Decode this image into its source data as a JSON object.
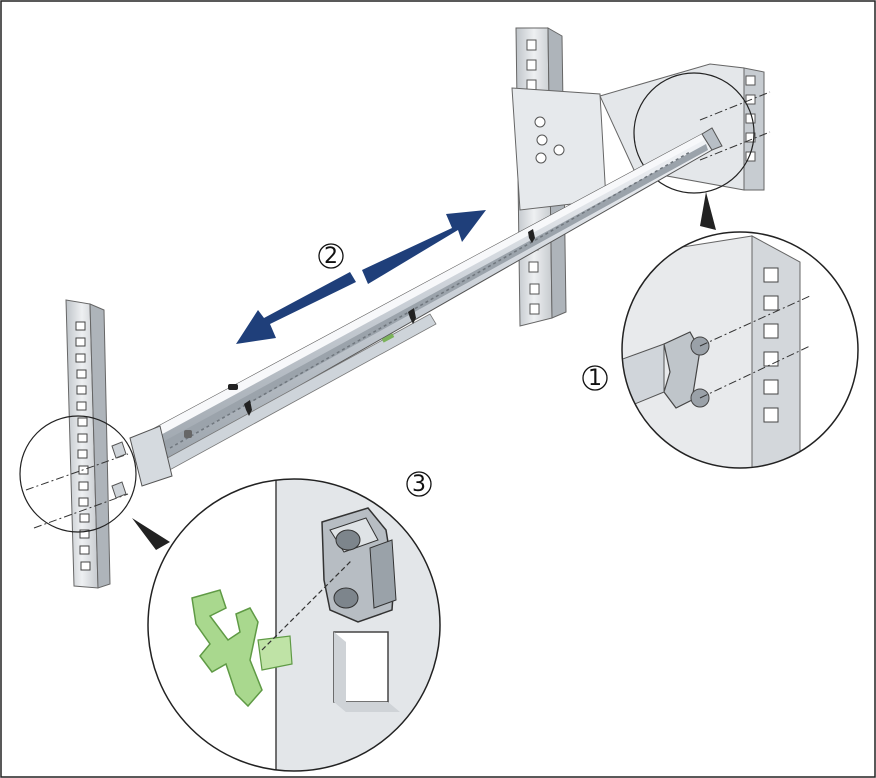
{
  "figure": {
    "steps": [
      {
        "number": "1"
      },
      {
        "number": "2"
      },
      {
        "number": "3"
      }
    ]
  },
  "colors": {
    "frame": "#222222",
    "rail_light": "#dfe3e8",
    "rail_mid": "#b9c0c8",
    "rail_dark": "#8c949c",
    "arrow": "#1f3f7a",
    "clip_green": "#a9d88e",
    "clip_green_dark": "#5f9a45",
    "post_gray": "#d7dadd"
  },
  "icons": {
    "slide_direction": "double-arrow-icon",
    "front_clip": "green-clip-icon"
  }
}
